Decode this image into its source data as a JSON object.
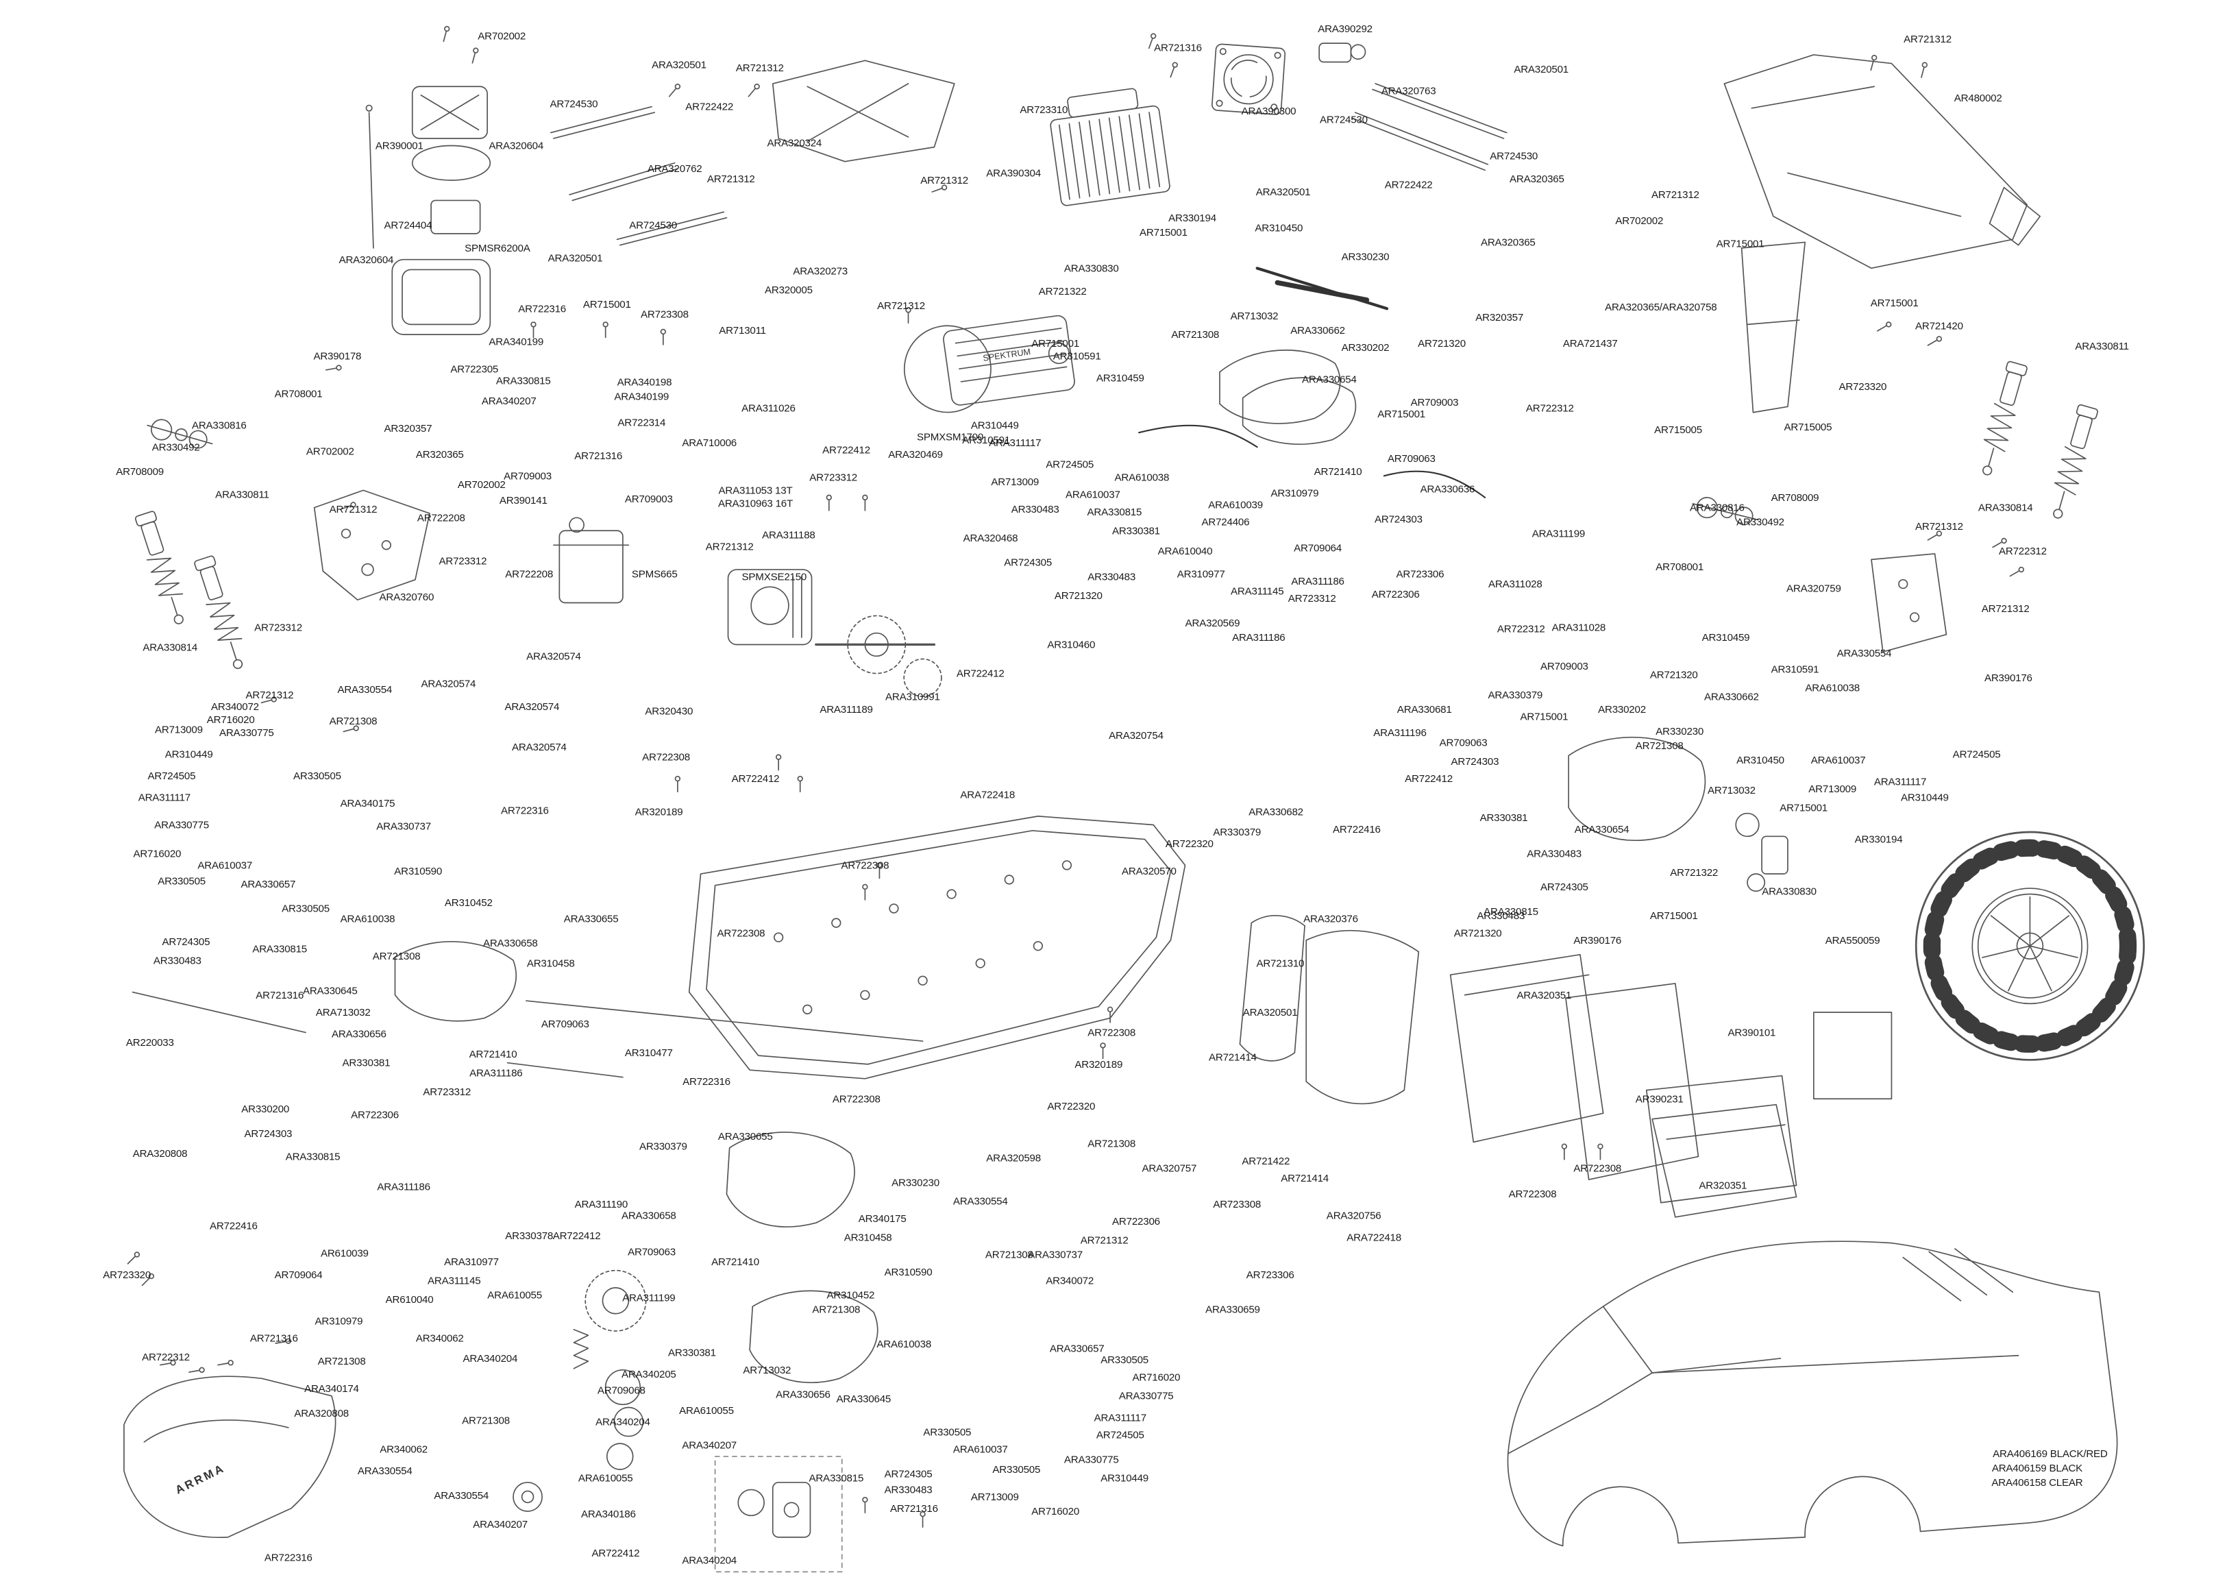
{
  "brand": {
    "motor": "SPEKTRUM",
    "bumper": "ARRMA"
  },
  "labels": [
    [
      "AR702002",
      348,
      25
    ],
    [
      "ARA390292",
      933,
      20
    ],
    [
      "AR721316",
      817,
      33
    ],
    [
      "AR721312",
      1337,
      27
    ],
    [
      "ARA320501",
      471,
      45
    ],
    [
      "AR721312",
      527,
      47
    ],
    [
      "ARA320501",
      1069,
      48
    ],
    [
      "AR480002",
      1372,
      68
    ],
    [
      "ARA320763",
      977,
      63
    ],
    [
      "AR724530",
      398,
      72
    ],
    [
      "AR722422",
      492,
      74
    ],
    [
      "AR723310",
      724,
      76
    ],
    [
      "ARA390300",
      880,
      77
    ],
    [
      "AR724530",
      932,
      83
    ],
    [
      "AR390001",
      277,
      101
    ],
    [
      "ARA320604",
      358,
      101
    ],
    [
      "ARA320324",
      551,
      99
    ],
    [
      "AR724530",
      1050,
      108
    ],
    [
      "ARA390304",
      703,
      120
    ],
    [
      "ARA320762",
      468,
      117
    ],
    [
      "AR721312",
      507,
      124
    ],
    [
      "AR721312",
      655,
      125
    ],
    [
      "ARA320365",
      1066,
      124
    ],
    [
      "AR722422",
      977,
      128
    ],
    [
      "ARA320501",
      890,
      133
    ],
    [
      "AR721312",
      1162,
      135
    ],
    [
      "AR702002",
      1137,
      153
    ],
    [
      "AR330194",
      827,
      151
    ],
    [
      "AR715001",
      807,
      161
    ],
    [
      "AR310450",
      887,
      158
    ],
    [
      "AR724404",
      283,
      156
    ],
    [
      "AR724530",
      453,
      156
    ],
    [
      "SPMSR6200A",
      345,
      172
    ],
    [
      "AR715001",
      1207,
      169
    ],
    [
      "ARA320604",
      254,
      180
    ],
    [
      "ARA320501",
      399,
      179
    ],
    [
      "ARA320273",
      569,
      188
    ],
    [
      "ARA330830",
      757,
      186
    ],
    [
      "AR330230",
      947,
      178
    ],
    [
      "ARA320365",
      1046,
      168
    ],
    [
      "AR320005",
      547,
      201
    ],
    [
      "AR721322",
      737,
      202
    ],
    [
      "AR722316",
      376,
      214
    ],
    [
      "AR715001",
      421,
      211
    ],
    [
      "AR723308",
      461,
      218
    ],
    [
      "AR721312",
      625,
      212
    ],
    [
      "AR320357",
      1040,
      220
    ],
    [
      "ARA320365/ARA320758",
      1152,
      213
    ],
    [
      "AR715001",
      1314,
      210
    ],
    [
      "AR721420",
      1345,
      226
    ],
    [
      "AR713011",
      515,
      229
    ],
    [
      "AR713032",
      870,
      219
    ],
    [
      "AR721308",
      829,
      232
    ],
    [
      "ARA330662",
      914,
      229
    ],
    [
      "AR330202",
      947,
      241
    ],
    [
      "AR721320",
      1000,
      238
    ],
    [
      "ARA721437",
      1103,
      238
    ],
    [
      "ARA330811",
      1458,
      240
    ],
    [
      "AR390178",
      234,
      247
    ],
    [
      "ARA340199",
      358,
      237
    ],
    [
      "AR715001",
      732,
      238
    ],
    [
      "AR310591",
      747,
      247
    ],
    [
      "AR722305",
      329,
      256
    ],
    [
      "ARA330815",
      363,
      264
    ],
    [
      "ARA340198",
      447,
      265
    ],
    [
      "ARA330654",
      922,
      263
    ],
    [
      "AR310459",
      777,
      262
    ],
    [
      "ARA340207",
      353,
      278
    ],
    [
      "ARA340199",
      445,
      275
    ],
    [
      "AR708001",
      207,
      273
    ],
    [
      "AR709003",
      995,
      279
    ],
    [
      "AR715001",
      972,
      287
    ],
    [
      "AR722312",
      1075,
      283
    ],
    [
      "AR723320",
      1292,
      268
    ],
    [
      "ARA311026",
      533,
      283
    ],
    [
      "ARA330816",
      152,
      295
    ],
    [
      "AR320357",
      283,
      297
    ],
    [
      "AR715005",
      1164,
      298
    ],
    [
      "AR715005",
      1254,
      296
    ],
    [
      "AR722314",
      445,
      293
    ],
    [
      "AR310449",
      690,
      295
    ],
    [
      "AR330492",
      122,
      310
    ],
    [
      "AR702002",
      229,
      313
    ],
    [
      "AR320365",
      305,
      315
    ],
    [
      "AR310591",
      684,
      305
    ],
    [
      "SPMXSM1700",
      659,
      303
    ],
    [
      "ARA311117",
      704,
      307
    ],
    [
      "ARA710006",
      492,
      307
    ],
    [
      "AR722412",
      587,
      312
    ],
    [
      "ARA320469",
      635,
      315
    ],
    [
      "AR721316",
      415,
      316
    ],
    [
      "AR709063",
      979,
      318
    ],
    [
      "AR708009",
      97,
      327
    ],
    [
      "AR721410",
      928,
      327
    ],
    [
      "AR724505",
      742,
      322
    ],
    [
      "AR709003",
      366,
      330
    ],
    [
      "AR713009",
      704,
      334
    ],
    [
      "ARA610038",
      792,
      331
    ],
    [
      "ARA330811",
      168,
      343
    ],
    [
      "AR702002",
      334,
      336
    ],
    [
      "AR390141",
      363,
      347
    ],
    [
      "ARA311053  13T",
      524,
      340
    ],
    [
      "ARA310963  16T",
      524,
      349
    ],
    [
      "AR310979",
      898,
      342
    ],
    [
      "ARA330636",
      1004,
      339
    ],
    [
      "ARA610037",
      758,
      343
    ],
    [
      "ARA610039",
      857,
      350
    ],
    [
      "ARA330815",
      773,
      355
    ],
    [
      "AR330483",
      718,
      353
    ],
    [
      "AR708009",
      1245,
      345
    ],
    [
      "ARA330816",
      1191,
      352
    ],
    [
      "ARA330814",
      1391,
      352
    ],
    [
      "AR709003",
      450,
      346
    ],
    [
      "AR721312",
      245,
      353
    ],
    [
      "AR724303",
      970,
      360
    ],
    [
      "AR724406",
      850,
      362
    ],
    [
      "AR330492",
      1221,
      362
    ],
    [
      "AR721312",
      1345,
      365
    ],
    [
      "AR722208",
      306,
      359
    ],
    [
      "AR330381",
      788,
      368
    ],
    [
      "ARA311199",
      1081,
      370
    ],
    [
      "AR709064",
      914,
      380
    ],
    [
      "ARA610040",
      822,
      382
    ],
    [
      "ARA320468",
      687,
      373
    ],
    [
      "ARA311188",
      547,
      371
    ],
    [
      "AR723312",
      578,
      331
    ],
    [
      "AR721312",
      506,
      379
    ],
    [
      "AR722312",
      1403,
      382
    ],
    [
      "AR708001",
      1165,
      393
    ],
    [
      "AR310977",
      833,
      398
    ],
    [
      "AR723306",
      985,
      398
    ],
    [
      "AR723312",
      321,
      389
    ],
    [
      "AR722208",
      367,
      398
    ],
    [
      "SPMS665",
      454,
      398
    ],
    [
      "SPMXSE2150",
      537,
      400
    ],
    [
      "ARA311145",
      872,
      410
    ],
    [
      "ARA311186",
      914,
      403
    ],
    [
      "AR723312",
      910,
      415
    ],
    [
      "AR722306",
      968,
      412
    ],
    [
      "ARA311028",
      1051,
      405
    ],
    [
      "ARA320759",
      1258,
      408
    ],
    [
      "AR721320",
      748,
      413
    ],
    [
      "AR330483",
      771,
      400
    ],
    [
      "AR724305",
      713,
      390
    ],
    [
      "ARA320760",
      282,
      414
    ],
    [
      "AR721312",
      1391,
      422
    ],
    [
      "ARA311028",
      1095,
      435
    ],
    [
      "AR722312",
      1055,
      436
    ],
    [
      "ARA320569",
      841,
      432
    ],
    [
      "ARA311186",
      873,
      442
    ],
    [
      "AR310459",
      1197,
      442
    ],
    [
      "AR310460",
      743,
      447
    ],
    [
      "AR723312",
      193,
      435
    ],
    [
      "ARA330814",
      118,
      449
    ],
    [
      "ARA320574",
      384,
      455
    ],
    [
      "ARA330554",
      1293,
      453
    ],
    [
      "AR310591",
      1245,
      464
    ],
    [
      "AR721320",
      1161,
      468
    ],
    [
      "ARA330662",
      1201,
      483
    ],
    [
      "AR709003",
      1085,
      462
    ],
    [
      "ARA610038",
      1271,
      477
    ],
    [
      "ARA330379",
      1051,
      482
    ],
    [
      "ARA320574",
      311,
      474
    ],
    [
      "ARA330554",
      253,
      478
    ],
    [
      "AR721312",
      187,
      482
    ],
    [
      "AR340072",
      163,
      490
    ],
    [
      "AR390176",
      1393,
      470
    ],
    [
      "ARA310991",
      633,
      483
    ],
    [
      "ARA311189",
      587,
      492
    ],
    [
      "AR320430",
      464,
      493
    ],
    [
      "ARA330681",
      988,
      492
    ],
    [
      "AR330202",
      1125,
      492
    ],
    [
      "AR716020",
      160,
      499
    ],
    [
      "ARA330775",
      171,
      508
    ],
    [
      "AR713009",
      124,
      506
    ],
    [
      "AR721308",
      245,
      500
    ],
    [
      "ARA320574",
      369,
      490
    ],
    [
      "AR715001",
      1071,
      497
    ],
    [
      "ARA311196",
      971,
      508
    ],
    [
      "AR330230",
      1165,
      507
    ],
    [
      "AR721308",
      1151,
      517
    ],
    [
      "AR709063",
      1015,
      515
    ],
    [
      "ARA320754",
      788,
      510
    ],
    [
      "AR310449",
      131,
      523
    ],
    [
      "AR724505",
      119,
      538
    ],
    [
      "AR330505",
      220,
      538
    ],
    [
      "ARA320574",
      374,
      518
    ],
    [
      "AR310450",
      1221,
      527
    ],
    [
      "ARA610037",
      1275,
      527
    ],
    [
      "AR724505",
      1371,
      523
    ],
    [
      "AR724303",
      1023,
      528
    ],
    [
      "AR722412",
      991,
      540
    ],
    [
      "ARA311117",
      114,
      553
    ],
    [
      "ARA340175",
      255,
      557
    ],
    [
      "AR713032",
      1201,
      548
    ],
    [
      "AR713009",
      1271,
      547
    ],
    [
      "ARA311117",
      1318,
      542
    ],
    [
      "AR310449",
      1335,
      553
    ],
    [
      "AR722412",
      524,
      540
    ],
    [
      "AR722308",
      462,
      525
    ],
    [
      "AR320189",
      457,
      563
    ],
    [
      "AR722316",
      364,
      562
    ],
    [
      "ARA330737",
      280,
      573
    ],
    [
      "ARA330775",
      126,
      572
    ],
    [
      "AR715001",
      1251,
      560
    ],
    [
      "ARA722418",
      685,
      551
    ],
    [
      "ARA330682",
      885,
      563
    ],
    [
      "AR330381",
      1043,
      567
    ],
    [
      "ARA330654",
      1111,
      575
    ],
    [
      "AR330379",
      858,
      577
    ],
    [
      "AR722416",
      941,
      575
    ],
    [
      "AR722320",
      825,
      585
    ],
    [
      "AR330194",
      1303,
      582
    ],
    [
      "ARA330483",
      1078,
      592
    ],
    [
      "AR716020",
      109,
      592
    ],
    [
      "ARA610037",
      156,
      600
    ],
    [
      "AR310590",
      290,
      604
    ],
    [
      "ARA320570",
      797,
      604
    ],
    [
      "AR722308",
      600,
      600
    ],
    [
      "AR721322",
      1175,
      605
    ],
    [
      "AR330505",
      126,
      611
    ],
    [
      "ARA330657",
      186,
      613
    ],
    [
      "AR724305",
      1085,
      615
    ],
    [
      "ARA330830",
      1241,
      618
    ],
    [
      "AR330505",
      212,
      630
    ],
    [
      "AR310452",
      325,
      626
    ],
    [
      "ARA610038",
      255,
      637
    ],
    [
      "ARA330815",
      1048,
      632
    ],
    [
      "AR330483",
      1041,
      635
    ],
    [
      "ARA320376",
      923,
      637
    ],
    [
      "AR722308",
      514,
      647
    ],
    [
      "ARA330655",
      410,
      637
    ],
    [
      "AR721320",
      1025,
      647
    ],
    [
      "AR390176",
      1108,
      652
    ],
    [
      "ARA550059",
      1285,
      652
    ],
    [
      "AR724305",
      129,
      653
    ],
    [
      "ARA330815",
      194,
      658
    ],
    [
      "ARA330658",
      354,
      654
    ],
    [
      "AR330483",
      123,
      666
    ],
    [
      "AR310458",
      382,
      668
    ],
    [
      "AR721308",
      275,
      663
    ],
    [
      "AR721310",
      888,
      668
    ],
    [
      "AR715001",
      1161,
      635
    ],
    [
      "AR721316",
      194,
      690
    ],
    [
      "ARA330645",
      229,
      687
    ],
    [
      "ARA320351",
      1071,
      690
    ],
    [
      "ARA713032",
      238,
      702
    ],
    [
      "AR709063",
      392,
      710
    ],
    [
      "ARA320501",
      881,
      702
    ],
    [
      "AR390101",
      1215,
      716
    ],
    [
      "ARA330656",
      249,
      717
    ],
    [
      "AR722308",
      771,
      716
    ],
    [
      "AR220033",
      104,
      723
    ],
    [
      "AR721410",
      342,
      731
    ],
    [
      "AR310477",
      450,
      730
    ],
    [
      "AR721414",
      855,
      733
    ],
    [
      "AR330381",
      254,
      737
    ],
    [
      "AR320189",
      762,
      738
    ],
    [
      "ARA311186",
      344,
      744
    ],
    [
      "AR722316",
      490,
      750
    ],
    [
      "AR723312",
      310,
      757
    ],
    [
      "AR722320",
      743,
      767
    ],
    [
      "AR390231",
      1151,
      762
    ],
    [
      "AR722308",
      594,
      762
    ],
    [
      "AR330200",
      184,
      769
    ],
    [
      "AR722306",
      260,
      773
    ],
    [
      "AR724303",
      186,
      786
    ],
    [
      "ARA330655",
      517,
      788
    ],
    [
      "AR330379",
      460,
      795
    ],
    [
      "AR721308",
      771,
      793
    ],
    [
      "ARA320598",
      703,
      803
    ],
    [
      "ARA320808",
      111,
      800
    ],
    [
      "ARA330815",
      217,
      802
    ],
    [
      "AR721422",
      878,
      805
    ],
    [
      "ARA320757",
      811,
      810
    ],
    [
      "AR722308",
      1108,
      810
    ],
    [
      "AR721414",
      905,
      817
    ],
    [
      "ARA311186",
      280,
      823
    ],
    [
      "AR330230",
      635,
      820
    ],
    [
      "AR320351",
      1195,
      822
    ],
    [
      "AR722308",
      1063,
      828
    ],
    [
      "ARA330554",
      680,
      833
    ],
    [
      "ARA311190",
      417,
      835
    ],
    [
      "AR723308",
      858,
      835
    ],
    [
      "ARA320756",
      939,
      843
    ],
    [
      "ARA330658",
      450,
      843
    ],
    [
      "AR340175",
      612,
      845
    ],
    [
      "AR722306",
      788,
      847
    ],
    [
      "AR722416",
      162,
      850
    ],
    [
      "AR330378",
      367,
      857
    ],
    [
      "AR722412",
      400,
      857
    ],
    [
      "AR310458",
      602,
      858
    ],
    [
      "AR721312",
      766,
      860
    ],
    [
      "ARA722418",
      953,
      858
    ],
    [
      "AR709063",
      452,
      868
    ],
    [
      "AR610039",
      239,
      869
    ],
    [
      "ARA330737",
      732,
      870
    ],
    [
      "AR721308",
      700,
      870
    ],
    [
      "ARA310977",
      327,
      875
    ],
    [
      "AR721410",
      510,
      875
    ],
    [
      "AR310590",
      630,
      882
    ],
    [
      "AR723306",
      881,
      884
    ],
    [
      "AR723320",
      88,
      884
    ],
    [
      "AR709064",
      207,
      884
    ],
    [
      "ARA311145",
      315,
      888
    ],
    [
      "AR340072",
      742,
      888
    ],
    [
      "AR310452",
      590,
      898
    ],
    [
      "ARA610055",
      357,
      898
    ],
    [
      "ARA311199",
      450,
      900
    ],
    [
      "AR610040",
      284,
      901
    ],
    [
      "ARA330659",
      855,
      908
    ],
    [
      "AR721308",
      580,
      908
    ],
    [
      "AR310979",
      235,
      916
    ],
    [
      "AR340062",
      305,
      928
    ],
    [
      "AR721316",
      190,
      928
    ],
    [
      "ARA610038",
      627,
      932
    ],
    [
      "ARA330657",
      747,
      935
    ],
    [
      "AR330381",
      480,
      938
    ],
    [
      "ARA340204",
      340,
      942
    ],
    [
      "AR330505",
      780,
      943
    ],
    [
      "AR722312",
      115,
      941
    ],
    [
      "AR721308",
      237,
      944
    ],
    [
      "AR713032",
      532,
      950
    ],
    [
      "ARA340205",
      450,
      953
    ],
    [
      "AR716020",
      802,
      955
    ],
    [
      "AR709068",
      431,
      964
    ],
    [
      "ARA340174",
      230,
      963
    ],
    [
      "ARA330656",
      557,
      967
    ],
    [
      "ARA330775",
      795,
      968
    ],
    [
      "ARA330645",
      599,
      970
    ],
    [
      "ARA320808",
      223,
      980
    ],
    [
      "ARA610055",
      490,
      978
    ],
    [
      "ARA311117",
      777,
      983
    ],
    [
      "AR721308",
      337,
      985
    ],
    [
      "ARA340204",
      432,
      986
    ],
    [
      "AR724505",
      777,
      995
    ],
    [
      "AR330505",
      657,
      993
    ],
    [
      "ARA340207",
      492,
      1002
    ],
    [
      "AR340062",
      280,
      1005
    ],
    [
      "ARA610037",
      680,
      1005
    ],
    [
      "ARA330775",
      757,
      1012
    ],
    [
      "ARA330554",
      267,
      1020
    ],
    [
      "AR330505",
      705,
      1019
    ],
    [
      "ARA330815",
      580,
      1025
    ],
    [
      "AR724305",
      630,
      1022
    ],
    [
      "ARA610055",
      420,
      1025
    ],
    [
      "AR310449",
      780,
      1025
    ],
    [
      "AR330483",
      630,
      1033
    ],
    [
      "ARA330554",
      320,
      1037
    ],
    [
      "AR713009",
      690,
      1038
    ],
    [
      "AR721316",
      634,
      1046
    ],
    [
      "AR716020",
      732,
      1048
    ],
    [
      "ARA340186",
      422,
      1050
    ],
    [
      "ARA340207",
      347,
      1057
    ],
    [
      "AR722412",
      427,
      1077
    ],
    [
      "AR722316",
      200,
      1080
    ],
    [
      "ARA340204",
      492,
      1082
    ],
    [
      "AR722412",
      680,
      467
    ],
    [
      "ARA406169   BLACK/RED",
      1422,
      1008
    ],
    [
      "ARA406159   BLACK",
      1413,
      1018
    ],
    [
      "ARA406158   CLEAR",
      1413,
      1028
    ]
  ]
}
